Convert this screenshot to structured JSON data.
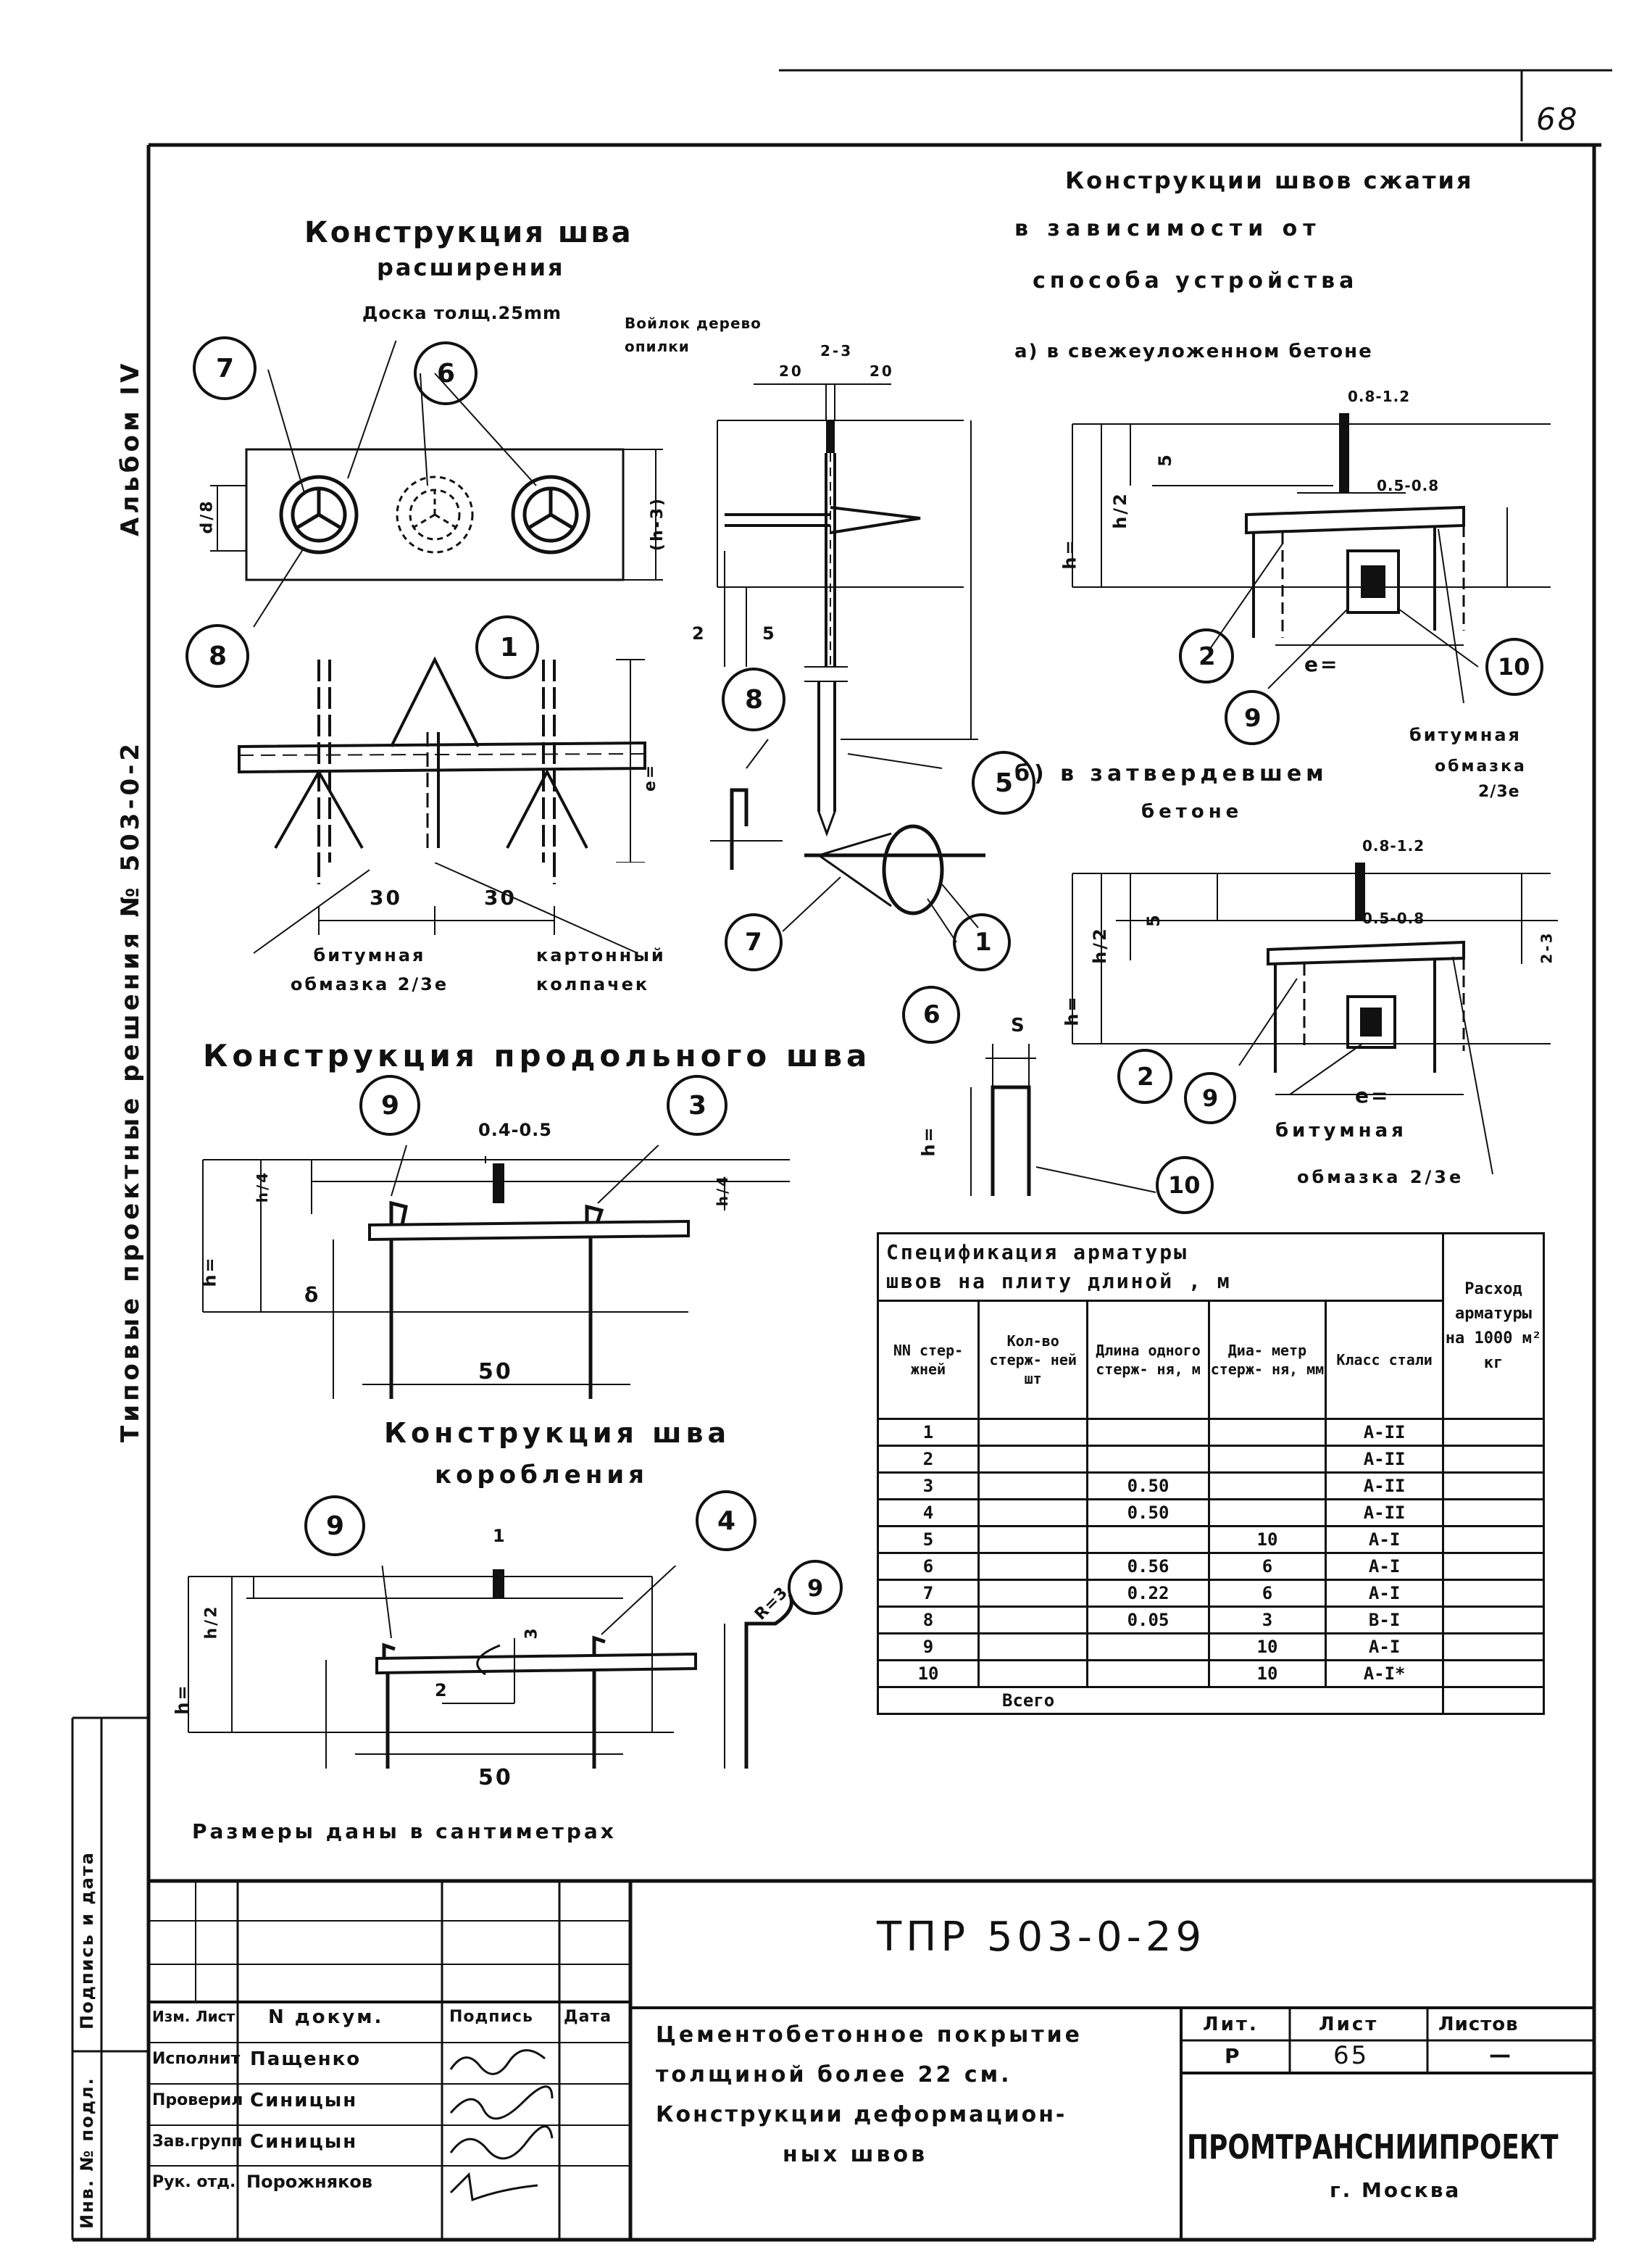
{
  "sheet": {
    "page_number": "68",
    "album": "Альбом IV",
    "series": "Типовые проектные решения № 503-0-2",
    "left_strip": {
      "signature_date": "Подпись и дата",
      "inv_no": "Инв. № подл."
    }
  },
  "drawings": {
    "expansion": {
      "title_line1": "Конструкция шва",
      "title_line2": "расширения",
      "board_label": "Доска толщ.25mm",
      "felt_label": "Войлок дерево опилки",
      "bitumen_label": "битумная обмазка 2/3e",
      "cap_label": "картонный колпачек",
      "dim_30a": "30",
      "dim_30b": "30",
      "dim_20a": "20",
      "dim_23": "2-3",
      "dim_20b": "20",
      "dim_2": "2",
      "dim_5": "5",
      "dim_d18": "d/8",
      "dim_h3": "(h-3)",
      "dim_e": "e=",
      "callouts": [
        "7",
        "6",
        "8",
        "1",
        "8",
        "5",
        "7",
        "1",
        "6"
      ]
    },
    "compression": {
      "title_line1": "Конструкции швов сжатия",
      "title_line2": "в зависимости от",
      "title_line3": "способа устройства",
      "case_a": "а) в свежеуложенном бетоне",
      "case_b_line1": "б) в затвердевшем",
      "case_b_line2": "бетоне",
      "bitumen_a_line1": "битумная",
      "bitumen_a_line2": "обмазка",
      "bitumen_a_line3": "2/3e",
      "bitumen_b_line1": "битумная",
      "bitumen_b_line2": "обмазка 2/3e",
      "dim_08_12a": "0.8-1.2",
      "dim_05_08a": "0.5-0.8",
      "dim_08_12b": "0.8-1.2",
      "dim_05_08b": "0.5-0.8",
      "dim_5a": "5",
      "dim_5b": "5",
      "dim_h2": "h/2",
      "dim_h": "h=",
      "dim_e": "e=",
      "dim_23": "2-3",
      "dim_s": "S",
      "callouts_a": [
        "2",
        "9",
        "10"
      ],
      "callouts_b": [
        "2",
        "9",
        "10"
      ]
    },
    "longitudinal": {
      "title": "Конструкция продольного шва",
      "dim_04_05": "0.4-0.5",
      "dim_50": "50",
      "dim_h": "h=",
      "dim_h4a": "h/4",
      "dim_h4b": "h/4",
      "dim_delta": "δ",
      "callouts": [
        "9",
        "3"
      ]
    },
    "warping": {
      "title_line1": "Конструкция шва",
      "title_line2": "коробления",
      "dim_1": "1",
      "dim_3": "3",
      "dim_2": "2",
      "dim_50": "50",
      "dim_h2": "h/2",
      "dim_h": "h=",
      "dim_r3": "R=3",
      "callouts": [
        "9",
        "4",
        "9"
      ]
    },
    "dimensions_note": "Размеры даны в сантиметрах"
  },
  "spec_table": {
    "title_line1": "Спецификация арматуры",
    "title_line2": "швов на плиту длиной , м",
    "consumption_header": "Расход арматуры на 1000 м² кг",
    "headers": [
      "NN стер- жней",
      "Кол-во стерж- ней шт",
      "Длина одного стерж- ня, м",
      "Диа- метр стерж- ня, мм",
      "Класс стали"
    ],
    "rows": [
      [
        "1",
        "",
        "",
        "",
        "A-II",
        ""
      ],
      [
        "2",
        "",
        "",
        "",
        "A-II",
        ""
      ],
      [
        "3",
        "",
        "0.50",
        "",
        "A-II",
        ""
      ],
      [
        "4",
        "",
        "0.50",
        "",
        "A-II",
        ""
      ],
      [
        "5",
        "",
        "",
        "10",
        "A-I",
        ""
      ],
      [
        "6",
        "",
        "0.56",
        "6",
        "A-I",
        ""
      ],
      [
        "7",
        "",
        "0.22",
        "6",
        "A-I",
        ""
      ],
      [
        "8",
        "",
        "0.05",
        "3",
        "B-I",
        ""
      ],
      [
        "9",
        "",
        "",
        "10",
        "A-I",
        ""
      ],
      [
        "10",
        "",
        "",
        "10",
        "A-I*",
        ""
      ]
    ],
    "total_label": "Всего"
  },
  "title_block": {
    "doc_code": "ТПР 503-0-29",
    "header_row": [
      "Изм.",
      "Лист",
      "N докум.",
      "Подпись",
      "Дата"
    ],
    "roles": [
      {
        "role": "Исполнит",
        "name": "Пащенко"
      },
      {
        "role": "Проверил",
        "name": "Синицын"
      },
      {
        "role": "Зав.групп",
        "name": "Синицын"
      },
      {
        "role": "Рук. отд.",
        "name": "Порожняков"
      }
    ],
    "description_line1": "Цементобетонное покрытие",
    "description_line2": "толщиной более 22 см.",
    "description_line3": "Конструкции деформацион-",
    "description_line4": "ных швов",
    "lit_label": "Лит.",
    "sheet_label": "Лист",
    "sheets_label": "Листов",
    "lit_value": "Р",
    "sheet_value": "65",
    "sheets_value": "—",
    "organization": "ПРОМТРАНСНИИПРОЕКТ",
    "city": "г. Москва"
  }
}
